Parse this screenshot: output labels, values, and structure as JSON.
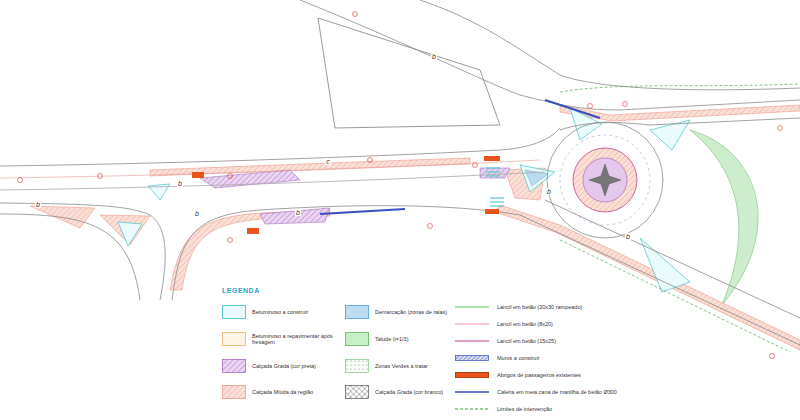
{
  "diagram": {
    "title": "LEGENDA",
    "labels": [
      "b",
      "b",
      "b",
      "b",
      "b",
      "b",
      "b",
      "c"
    ],
    "legend": [
      {
        "text": "Betuminoso a construir",
        "color": "#eafcfc"
      },
      {
        "text": "Betuminoso a repavimentar após fresagem",
        "color": "#fff5e6"
      },
      {
        "text": "Calçada Grada (cor preta)"
      },
      {
        "text": "Calçada Miúda da região"
      },
      {
        "text": "Demarcação (zonas de raias)",
        "color": "#b9dcf2"
      },
      {
        "text": "Talude (i=1/3)",
        "color": "#c6efc6"
      },
      {
        "text": "Zonas Verdes a tratar"
      },
      {
        "text": "Calçada Grada (cor branco)"
      },
      {
        "text": "Lancil em betão (20x30 rampeado)"
      },
      {
        "text": "Lancil em betão (8x20)"
      },
      {
        "text": "Lancil em betão (15x25)"
      },
      {
        "text": "Muros a construir"
      },
      {
        "text": "Abrigos de passageiros existentes",
        "color": "#e8541a"
      },
      {
        "text": "Caleira em meia cana de manilha de betão Ø300"
      },
      {
        "text": "Limites de intervenção"
      }
    ]
  }
}
